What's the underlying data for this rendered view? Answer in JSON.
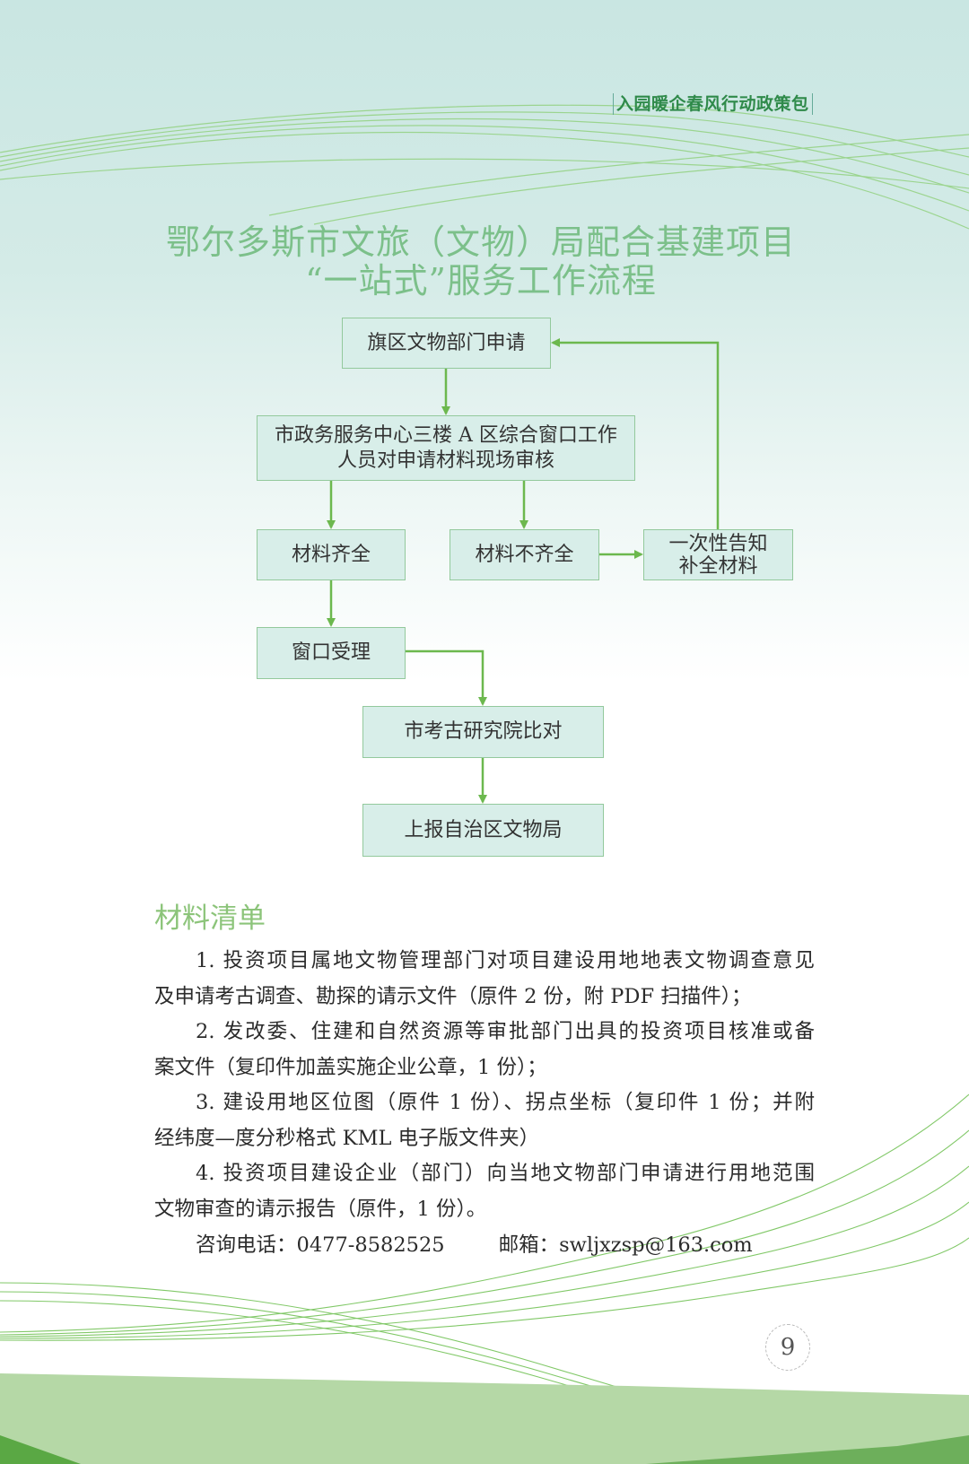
{
  "header_tag": "入园暖企春风行动政策包",
  "title": {
    "line1": "鄂尔多斯市文旅（文物）局配合基建项目",
    "line2": "“一站式”服务工作流程"
  },
  "flowchart": {
    "nodes": {
      "apply": "旗区文物部门申请",
      "review_line1": "市政务服务中心三楼 A 区综合窗口工作",
      "review_line2": "人员对申请材料现场审核",
      "complete": "材料齐全",
      "incomplete": "材料不齐全",
      "notify_line1": "一次性告知",
      "notify_line2": "补全材料",
      "accept": "窗口受理",
      "compare": "市考古研究院比对",
      "report": "上报自治区文物局"
    },
    "colors": {
      "box_fill": "#d8eee9",
      "box_border": "#93c99c",
      "arrow": "#6cb84e"
    }
  },
  "materials": {
    "heading": "材料清单",
    "items": [
      {
        "line1": "1. 投资项目属地文物管理部门对项目建设用地地表文物调查意见",
        "line2": "及申请考古调查、勘探的请示文件（原件 2 份，附 PDF 扫描件）；"
      },
      {
        "line1": "2. 发改委、住建和自然资源等审批部门出具的投资项目核准或备",
        "line2": "案文件（复印件加盖实施企业公章，1 份）；"
      },
      {
        "line1": "3. 建设用地区位图（原件 1 份）、拐点坐标（复印件 1 份；并附",
        "line2": "经纬度—度分秒格式 KML 电子版文件夹）"
      },
      {
        "line1": "4. 投资项目建设企业（部门）向当地文物部门申请进行用地范围",
        "line2": "文物审查的请示报告（原件，1 份）。"
      }
    ],
    "contact": {
      "phone_label": "咨询电话：",
      "phone": "0477-8582525",
      "email_label": "邮箱：",
      "email": "swljxzsp@163.com"
    }
  },
  "page_number": "9"
}
